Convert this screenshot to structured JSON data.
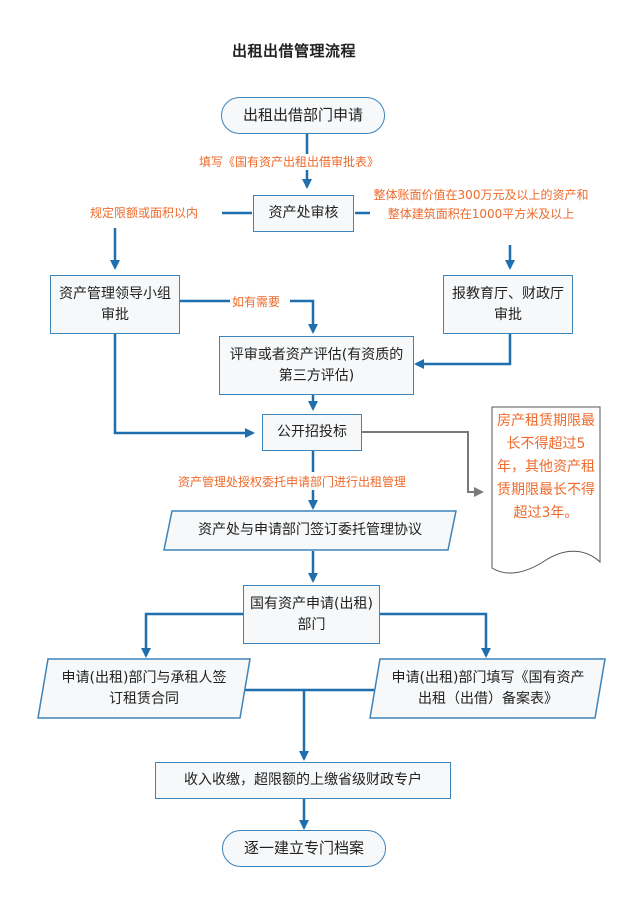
{
  "title": "出租出借管理流程",
  "colors": {
    "line": "#1f6fae",
    "box_border": "#3d84bb",
    "box_fill": "#f7f8f9",
    "note_text": "#ee6a2b",
    "gray_connector": "#7a7a7a"
  },
  "nodes": {
    "start": "出租出借部门申请",
    "asset_review": "资产处审核",
    "leader_group": "资产管理领导小组审批",
    "edu_finance": "报教育厅、财政厅审批",
    "evaluation": "评审或者资产评估(有资质的第三方评估)",
    "public_bid": "公开招投标",
    "sign_agreement": "资产处与申请部门签订委托管理协议",
    "state_dept": "国有资产申请(出租)部门",
    "lease_contract": "申请(出租)部门与承租人签订租赁合同",
    "fill_record": "申请(出租)部门填写《国有资产出租（出借）备案表》",
    "income": "收入收缴，超限额的上缴省级财政专户",
    "archive": "逐一建立专门档案"
  },
  "notes": {
    "fill_form": "填写《国有资产出租出借审批表》",
    "within_limit": "规定限额或面积以内",
    "above_limit": "整体账面价值在300万元及以上的资产和整体建筑面积在1000平方米及以上",
    "if_needed": "如有需要",
    "authorize": "资产管理处授权委托申请部门进行出租管理",
    "lease_term": "房产租赁期限最长不得超过5年，其他资产租赁期限最长不得超过3年。"
  }
}
